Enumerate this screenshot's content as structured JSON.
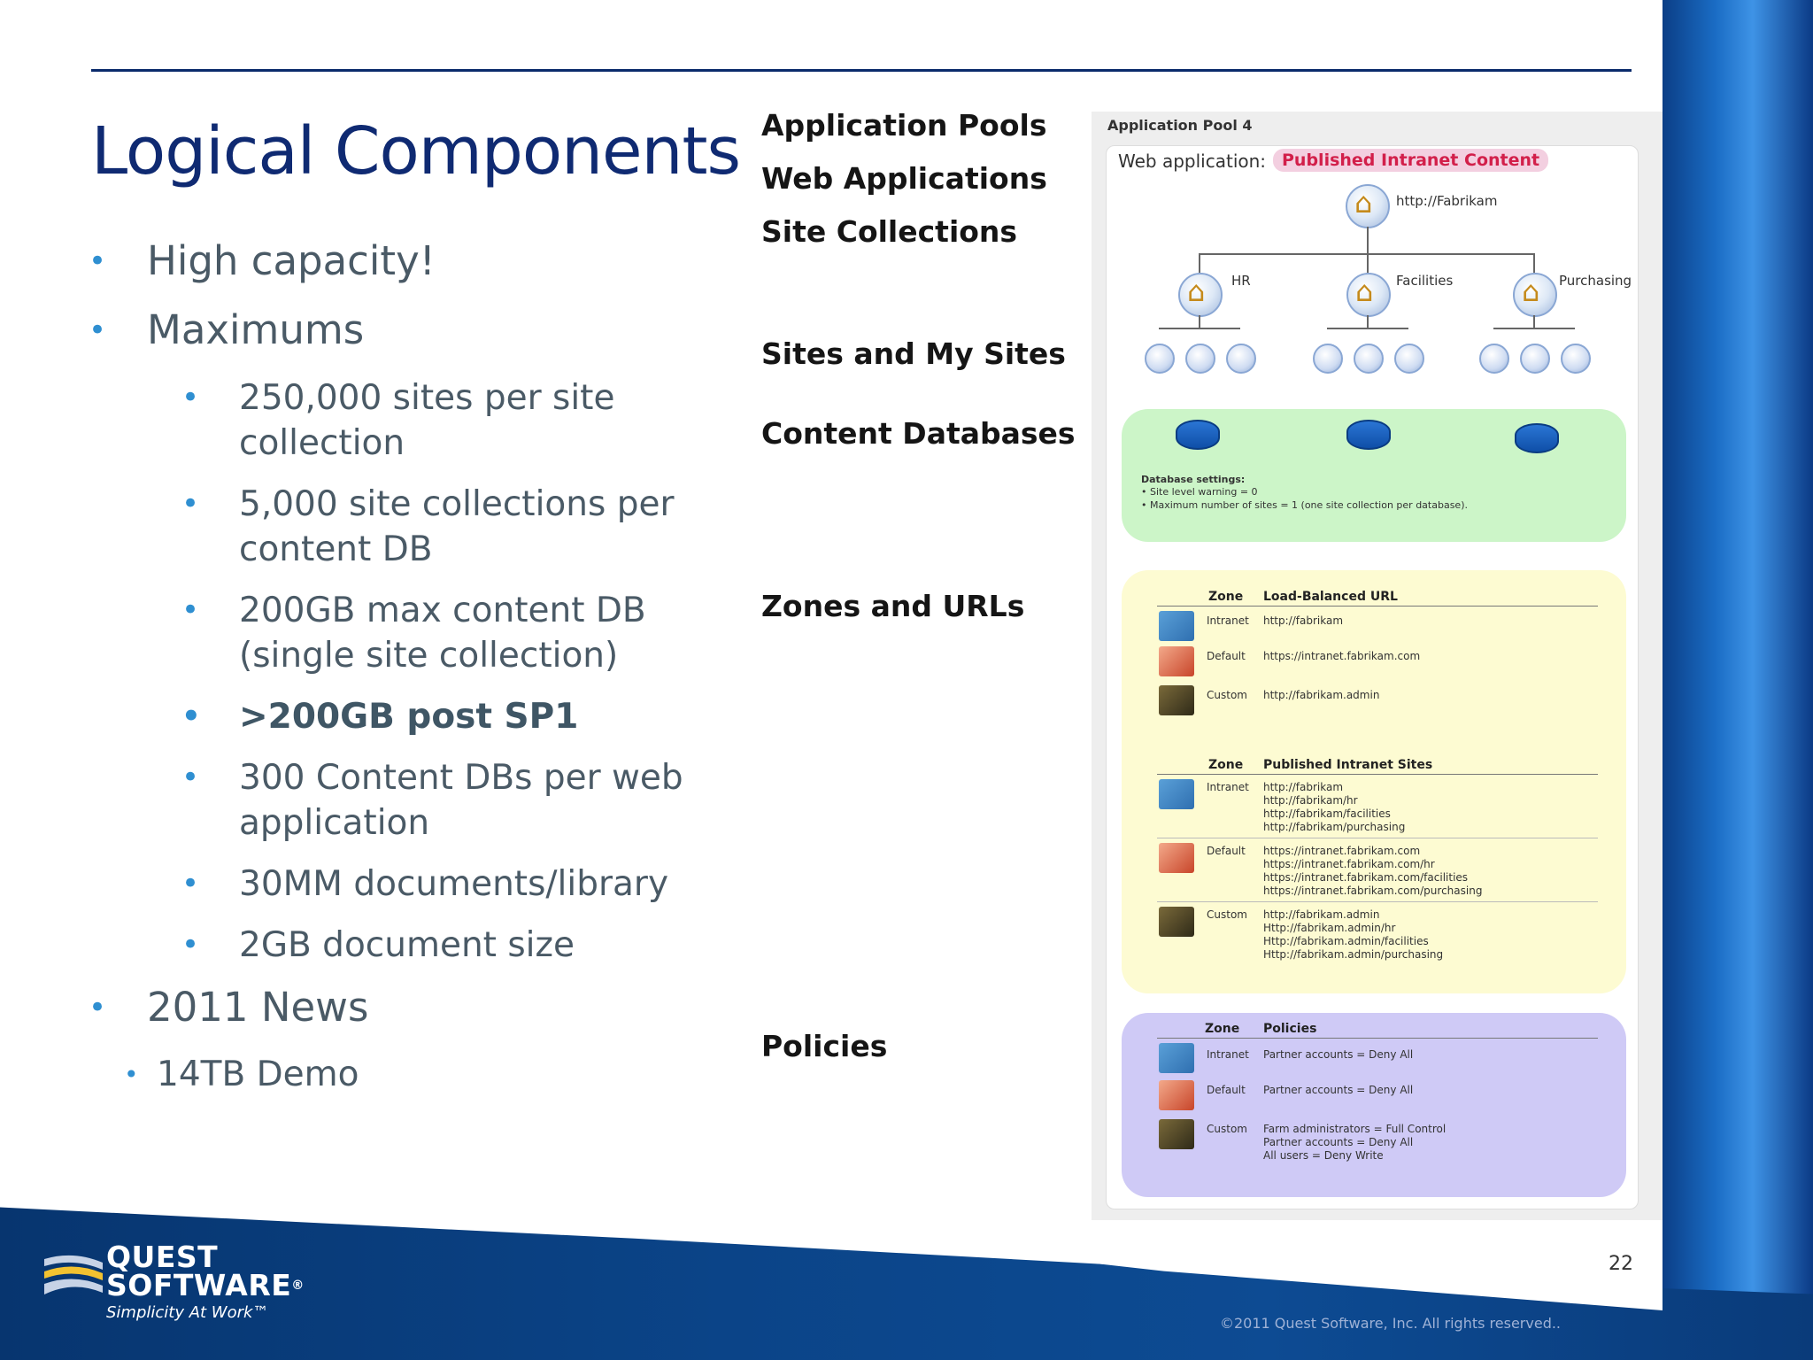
{
  "slide": {
    "title": "Logical Components",
    "bullets": [
      {
        "text": "High capacity!"
      },
      {
        "text": "Maximums"
      }
    ],
    "sub_bullets": [
      {
        "text": "250,000 sites per site collection"
      },
      {
        "text": "5,000 site collections per content DB"
      },
      {
        "text": "200GB max content DB (single site collection)"
      },
      {
        "text": ">200GB post SP1",
        "bold": true
      },
      {
        "text": "300 Content DBs per  web application"
      },
      {
        "text": "30MM documents/library"
      },
      {
        "text": "2GB document size"
      }
    ],
    "bullet_news": "2011 News",
    "bullet_demo": "14TB Demo",
    "bullet_glyph": "•",
    "page_number": "22",
    "copyright": "©2011 Quest Software, Inc. All rights reserved..",
    "accent_color": "#0f2a72",
    "bullet_color": "#2f8fd1"
  },
  "sections": {
    "app_pools": "Application Pools",
    "web_apps": "Web Applications",
    "site_collections": "Site Collections",
    "sites": "Sites and My Sites",
    "content_dbs": "Content Databases",
    "zones": "Zones and URLs",
    "policies": "Policies"
  },
  "diagram": {
    "pool_title": "Application Pool 4",
    "webapp_label": "Web application:",
    "webapp_name": "Published Intranet Content",
    "root_url": "http://Fabrikam",
    "sites": [
      "HR",
      "Facilities",
      "Purchasing"
    ],
    "db_settings_title": "Database settings:",
    "db_settings": [
      "Site level warning = 0",
      "Maximum number of sites = 1 (one site collection per database)."
    ],
    "zones_header": {
      "zone": "Zone",
      "col": "Load-Balanced URL"
    },
    "zones_rows": [
      {
        "zone": "Intranet",
        "url": "http://fabrikam"
      },
      {
        "zone": "Default",
        "url": "https://intranet.fabrikam.com"
      },
      {
        "zone": "Custom",
        "url": "http://fabrikam.admin"
      }
    ],
    "published_header": {
      "zone": "Zone",
      "col": "Published Intranet Sites"
    },
    "published_rows": [
      {
        "zone": "Intranet",
        "urls": [
          "http://fabrikam",
          "http://fabrikam/hr",
          "http://fabrikam/facilities",
          "http://fabrikam/purchasing"
        ]
      },
      {
        "zone": "Default",
        "urls": [
          "https://intranet.fabrikam.com",
          "https://intranet.fabrikam.com/hr",
          "https://intranet.fabrikam.com/facilities",
          "https://intranet.fabrikam.com/purchasing"
        ]
      },
      {
        "zone": "Custom",
        "urls": [
          "http://fabrikam.admin",
          "Http://fabrikam.admin/hr",
          "Http://fabrikam.admin/facilities",
          "Http://fabrikam.admin/purchasing"
        ]
      }
    ],
    "policies_header": {
      "zone": "Zone",
      "col": "Policies"
    },
    "policies_rows": [
      {
        "zone": "Intranet",
        "lines": [
          "Partner accounts = Deny All"
        ]
      },
      {
        "zone": "Default",
        "lines": [
          "Partner accounts = Deny All"
        ]
      },
      {
        "zone": "Custom",
        "lines": [
          "Farm administrators = Full Control",
          "Partner accounts = Deny All",
          "All users = Deny Write"
        ]
      }
    ]
  },
  "logo": {
    "line1": "QUEST",
    "line2": "SOFTWARE",
    "registered": "®",
    "tagline": "Simplicity At Work™"
  }
}
